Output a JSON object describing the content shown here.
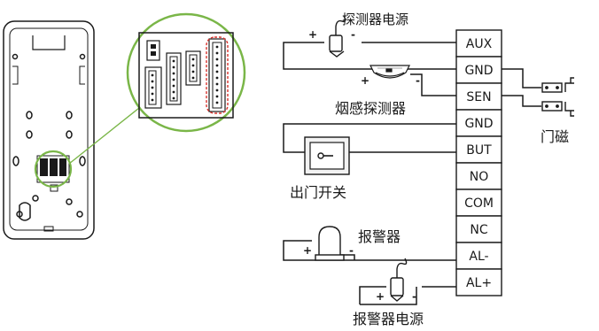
{
  "labels": {
    "detector_power": "探测器电源",
    "smoke_detector": "烟感探测器",
    "door_sensor": "门磁",
    "exit_button": "出门开关",
    "alarm": "报警器",
    "alarm_power": "报警器电源"
  },
  "terminals": [
    "AUX",
    "GND",
    "SEN",
    "GND",
    "BUT",
    "NO",
    "COM",
    "NC",
    "AL-",
    "AL+"
  ],
  "polarity": {
    "plus": "+",
    "minus": "-"
  },
  "colors": {
    "accent_green": "#7ab648",
    "highlight_red": "#d9312b",
    "line": "#1a1a1a"
  }
}
